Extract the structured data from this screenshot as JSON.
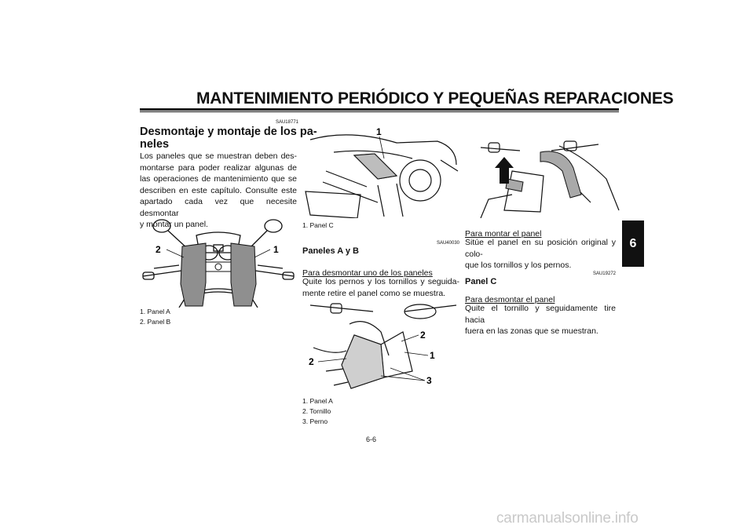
{
  "header": {
    "title": "MANTENIMIENTO PERIÓDICO Y PEQUEÑAS REPARACIONES"
  },
  "chapter_tab": "6",
  "col1": {
    "code": "SAU18771",
    "heading_line1": "Desmontaje y montaje de los pa-",
    "heading_line2": "neles",
    "body_lines": [
      "Los paneles que se muestran deben des-",
      "montarse para poder realizar algunas de",
      "las operaciones de mantenimiento que se",
      "describen en este capítulo. Consulte este",
      "apartado cada vez que necesite desmontar",
      "y montar un panel."
    ],
    "figure_callouts": [
      "2",
      "1"
    ],
    "captions": [
      "1. Panel A",
      "2. Panel B"
    ]
  },
  "col2": {
    "figure1_callouts": [
      "1"
    ],
    "figure1_caption": "1. Panel C",
    "code": "SAU40030",
    "heading": "Paneles A y B",
    "subheading": "Para desmontar uno de los paneles",
    "body_lines": [
      "Quite los pernos y los tornillos y seguida-",
      "mente retire el panel como se muestra."
    ],
    "figure2_callouts": [
      "2",
      "2",
      "1",
      "3"
    ],
    "captions": [
      "1. Panel A",
      "2. Tornillo",
      "3. Perno"
    ]
  },
  "col3": {
    "subheading1": "Para montar el panel",
    "body1_lines": [
      "Sitúe el panel en su posición original y colo-",
      "que los tornillos y los pernos."
    ],
    "code": "SAU19272",
    "heading": "Panel C",
    "subheading2": "Para desmontar el panel",
    "body2_lines": [
      "Quite el tornillo y seguidamente tire hacia",
      "fuera en las zonas que se muestran."
    ]
  },
  "page_number": "6-6",
  "watermark": "carmanualsonline.info"
}
